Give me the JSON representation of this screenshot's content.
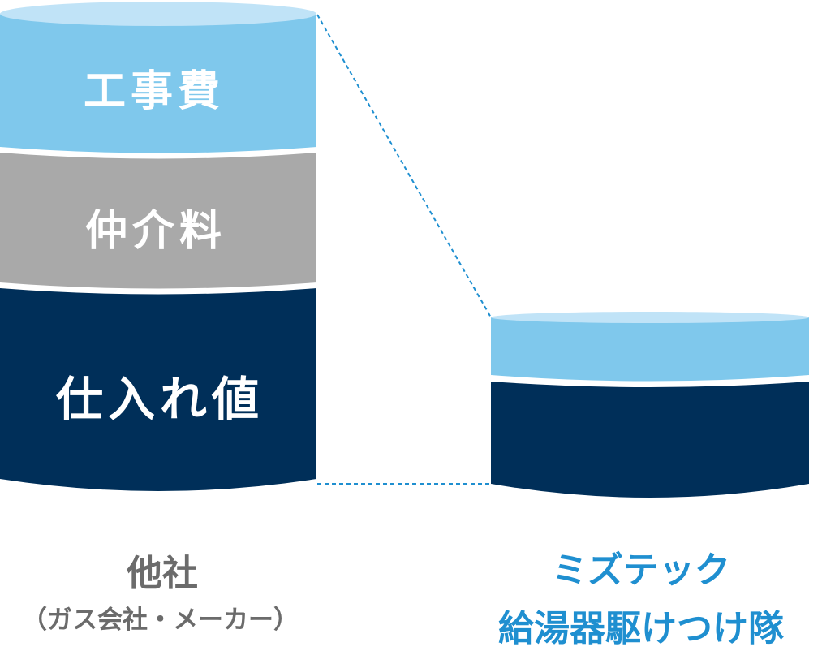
{
  "colors": {
    "light_blue": "#7fc8ec",
    "light_blue_top": "#c0e3f7",
    "gray": "#a9a9a9",
    "navy": "#002f59",
    "accent": "#1f8fd0",
    "caption_gray": "#6b6b6b"
  },
  "left_cylinder": {
    "segments": [
      "工事費",
      "仲介料",
      "仕入れ値"
    ],
    "caption_title": "他社",
    "caption_sub": "（ガス会社・メーカー）"
  },
  "right_cylinder": {
    "caption_line1": "ミズテック",
    "caption_line2": "給湯器駆けつけ隊"
  }
}
